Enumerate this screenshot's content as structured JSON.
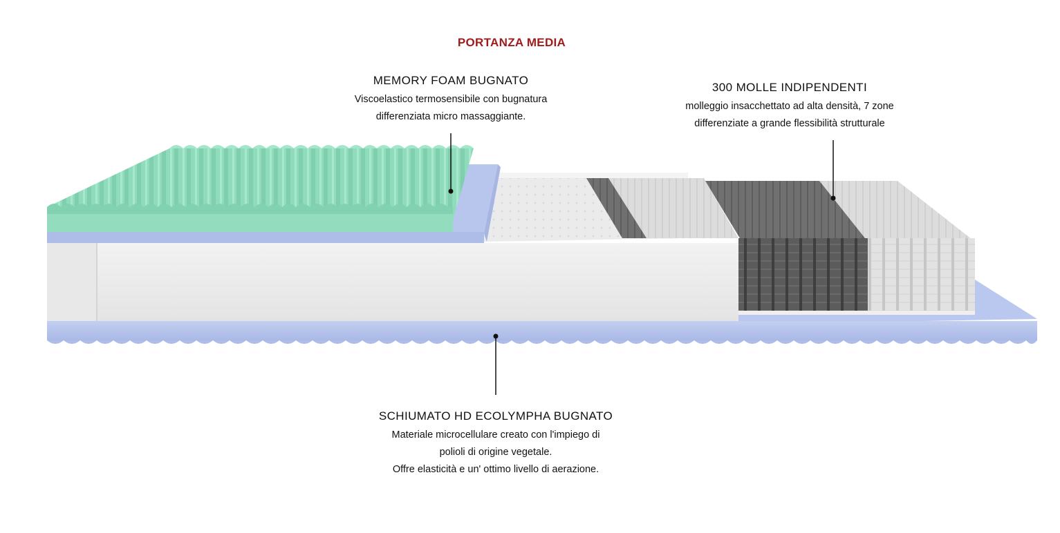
{
  "heading": "PORTANZA MEDIA",
  "callouts": {
    "memory_foam": {
      "title": "MEMORY FOAM BUGNATO",
      "lines": [
        "Viscoelastico termosensibile con bugnatura",
        "differenziata micro massaggiante."
      ]
    },
    "springs": {
      "title": "300 MOLLE INDIPENDENTI",
      "lines": [
        "molleggio insacchettato ad alta densità, 7 zone",
        "differenziate a grande flessibilità strutturale"
      ]
    },
    "base": {
      "title": "SCHIUMATO HD ECOLYMPHA BUGNATO",
      "lines": [
        "Materiale microcellulare creato con l'impiego di",
        "polioli di origine vegetale.",
        "Offre elasticità e un' ottimo livello di aerazione."
      ]
    }
  },
  "colors": {
    "heading": "#a01c1c",
    "memory_foam": "#8fdcbc",
    "blue_layer": "#b6c4ec",
    "white_foam": "#ececec",
    "springs_dark": "#4a4a4a",
    "springs_light": "#d8d8d8",
    "leader_line": "#111111"
  }
}
